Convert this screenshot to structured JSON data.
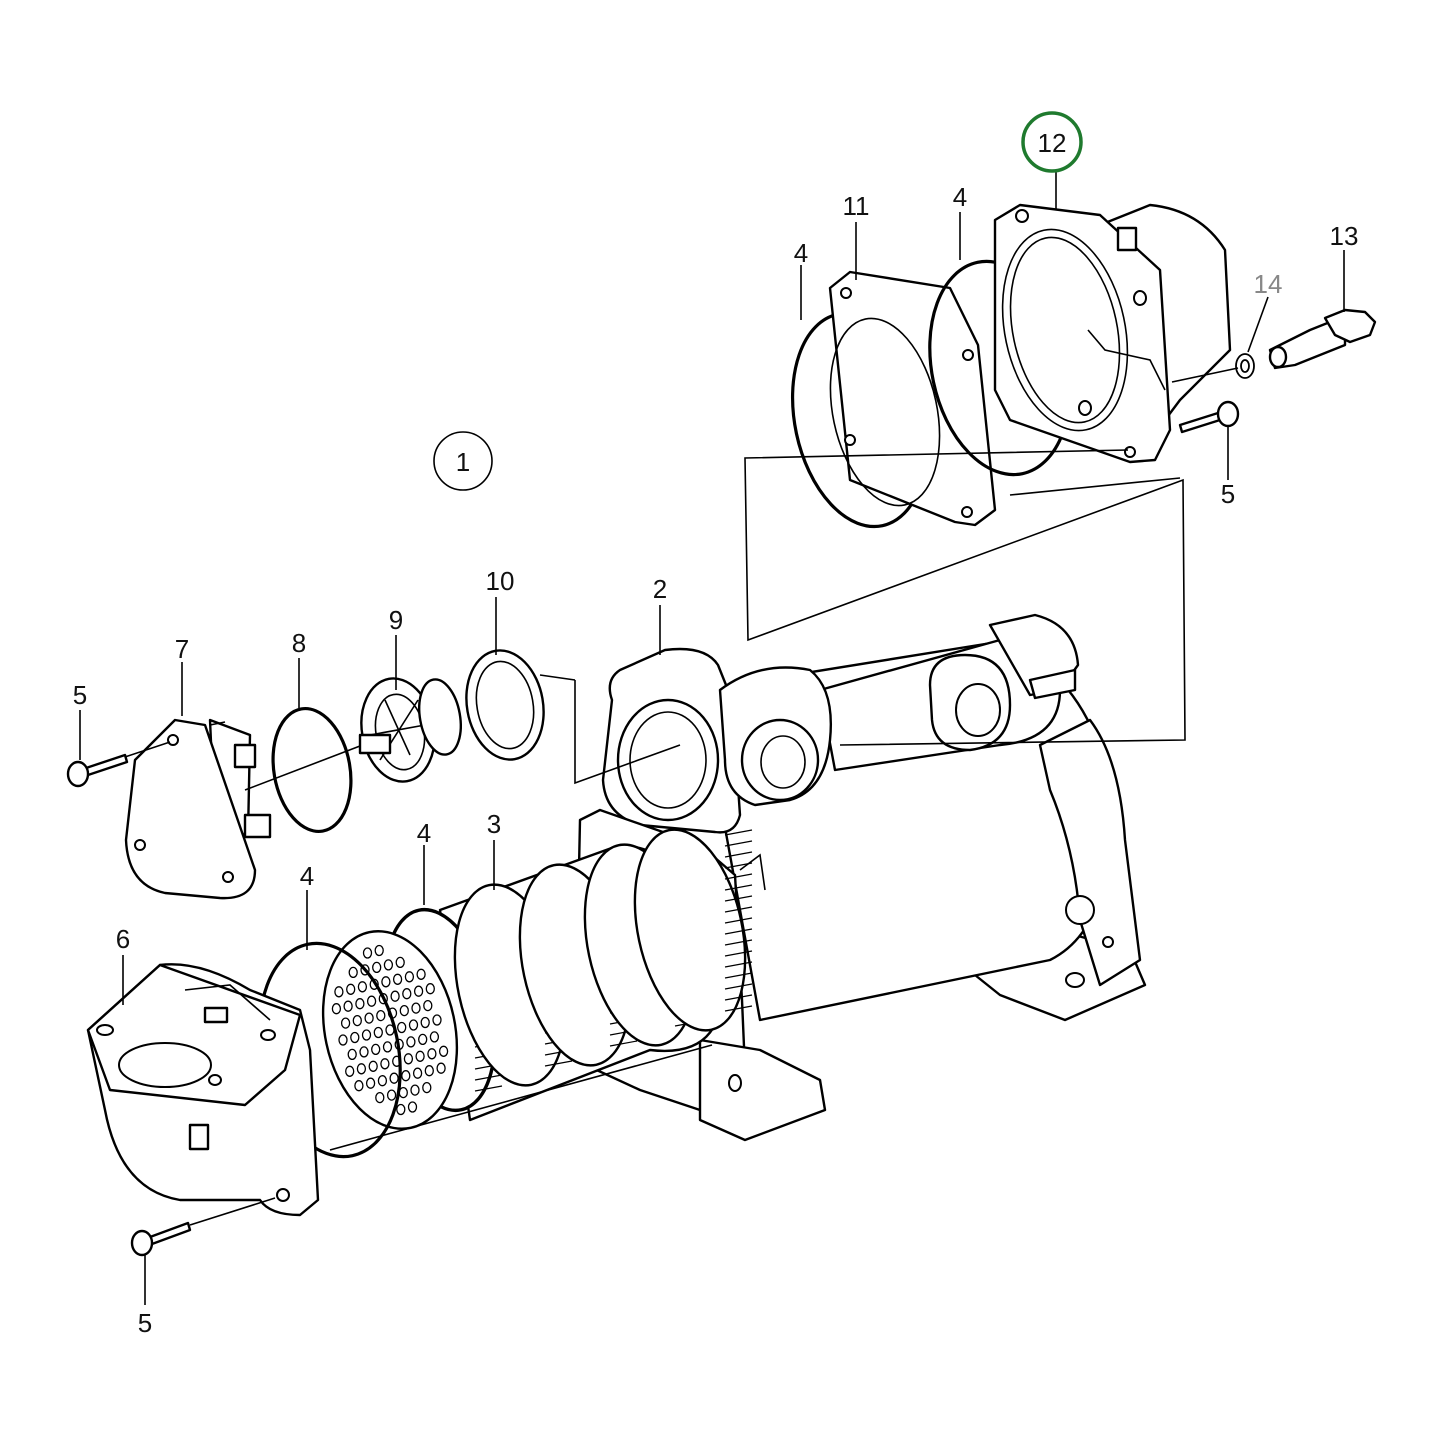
{
  "diagram": {
    "callouts": [
      {
        "id": "c1",
        "text": "1",
        "circled": true
      },
      {
        "id": "c2",
        "text": "2"
      },
      {
        "id": "c3",
        "text": "3"
      },
      {
        "id": "c4a",
        "text": "4"
      },
      {
        "id": "c4b",
        "text": "4"
      },
      {
        "id": "c4c",
        "text": "4"
      },
      {
        "id": "c4d",
        "text": "4"
      },
      {
        "id": "c5a",
        "text": "5"
      },
      {
        "id": "c5b",
        "text": "5"
      },
      {
        "id": "c5c",
        "text": "5"
      },
      {
        "id": "c6",
        "text": "6"
      },
      {
        "id": "c7",
        "text": "7"
      },
      {
        "id": "c8",
        "text": "8"
      },
      {
        "id": "c9",
        "text": "9"
      },
      {
        "id": "c10",
        "text": "10"
      },
      {
        "id": "c11",
        "text": "11"
      },
      {
        "id": "c12",
        "text": "12",
        "circled": true,
        "highlighted": true
      },
      {
        "id": "c13",
        "text": "13"
      },
      {
        "id": "c14",
        "text": "14",
        "dimmed": true
      }
    ],
    "colors": {
      "line": "#000000",
      "text": "#111111",
      "highlight": "#1f7a2e",
      "dimmed": "#888888",
      "background": "#ffffff"
    }
  }
}
